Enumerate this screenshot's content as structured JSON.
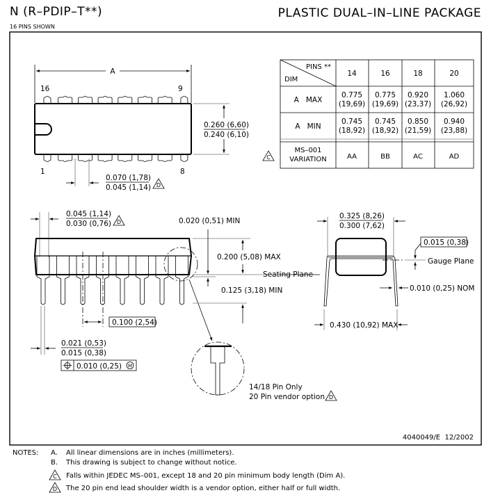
{
  "header": {
    "title_left": "N (R–PDIP–T**)",
    "subtitle": "16 PINS SHOWN",
    "title_right": "PLASTIC DUAL–IN–LINE PACKAGE"
  },
  "top_view": {
    "dim_a_label": "A",
    "pin_labels": {
      "top_left": "16",
      "top_right": "9",
      "bottom_left": "1",
      "bottom_right": "8"
    },
    "width_max": "0.260 (6,60)",
    "width_min": "0.240 (6,10)",
    "shoulder_max": "0.070 (1,78)",
    "shoulder_min": "0.045 (1,14)",
    "shoulder_note_flag": "D"
  },
  "dim_table": {
    "header_pins": "PINS **",
    "header_dim": "DIM",
    "pins": [
      "14",
      "16",
      "18",
      "20"
    ],
    "rows": [
      {
        "label": "A   MAX",
        "values": [
          [
            "0.775",
            "(19,69)"
          ],
          [
            "0.775",
            "(19,69)"
          ],
          [
            "0.920",
            "(23,37)"
          ],
          [
            "1.060",
            "(26,92)"
          ]
        ]
      },
      {
        "label": "A   MIN",
        "values": [
          [
            "0.745",
            "(18,92)"
          ],
          [
            "0.745",
            "(18,92)"
          ],
          [
            "0.850",
            "(21,59)"
          ],
          [
            "0.940",
            "(23,88)"
          ]
        ]
      }
    ],
    "variation_label_1": "MS–001",
    "variation_label_2": "VARIATION",
    "variation_flag": "C",
    "variations": [
      "AA",
      "BB",
      "AC",
      "AD"
    ]
  },
  "side_view": {
    "end_lead_max": "0.045 (1,14)",
    "end_lead_min": "0.030 (0,76)",
    "end_lead_flag": "D",
    "standoff": "0.020 (0,51) MIN",
    "height": "0.200 (5,08) MAX",
    "seating_plane": "Seating Plane",
    "lead_length": "0.125 (3,18) MIN",
    "pitch": "0.100 (2,54)",
    "lead_width_max": "0.021 (0,53)",
    "lead_width_min": "0.015 (0,38)",
    "position_tolerance": "0.010 (0,25)",
    "position_modifier": "M"
  },
  "detail": {
    "line1": "14/18 Pin Only",
    "line2": "20 Pin vendor option",
    "flag": "D"
  },
  "end_view": {
    "row_spacing_max": "0.325 (8,26)",
    "row_spacing_min": "0.300 (7,62)",
    "gauge_offset": "0.015 (0,38)",
    "gauge_plane": "Gauge Plane",
    "lead_thickness": "0.010 (0,25) NOM",
    "lead_span": "0.430 (10,92) MAX"
  },
  "footer": {
    "doc_id": "4040049/E  12/2002"
  },
  "notes": {
    "label": "NOTES:",
    "items": [
      {
        "marker": "A.",
        "text": "All linear dimensions are in inches (millimeters)."
      },
      {
        "marker": "B.",
        "text": "This drawing is subject to change without notice."
      },
      {
        "marker": "C",
        "text": "Falls within JEDEC MS–001, except 18 and 20 pin minimum body length (Dim A)."
      },
      {
        "marker": "D",
        "text": "The 20 pin end lead shoulder width is a vendor option, either half or full width."
      }
    ]
  }
}
